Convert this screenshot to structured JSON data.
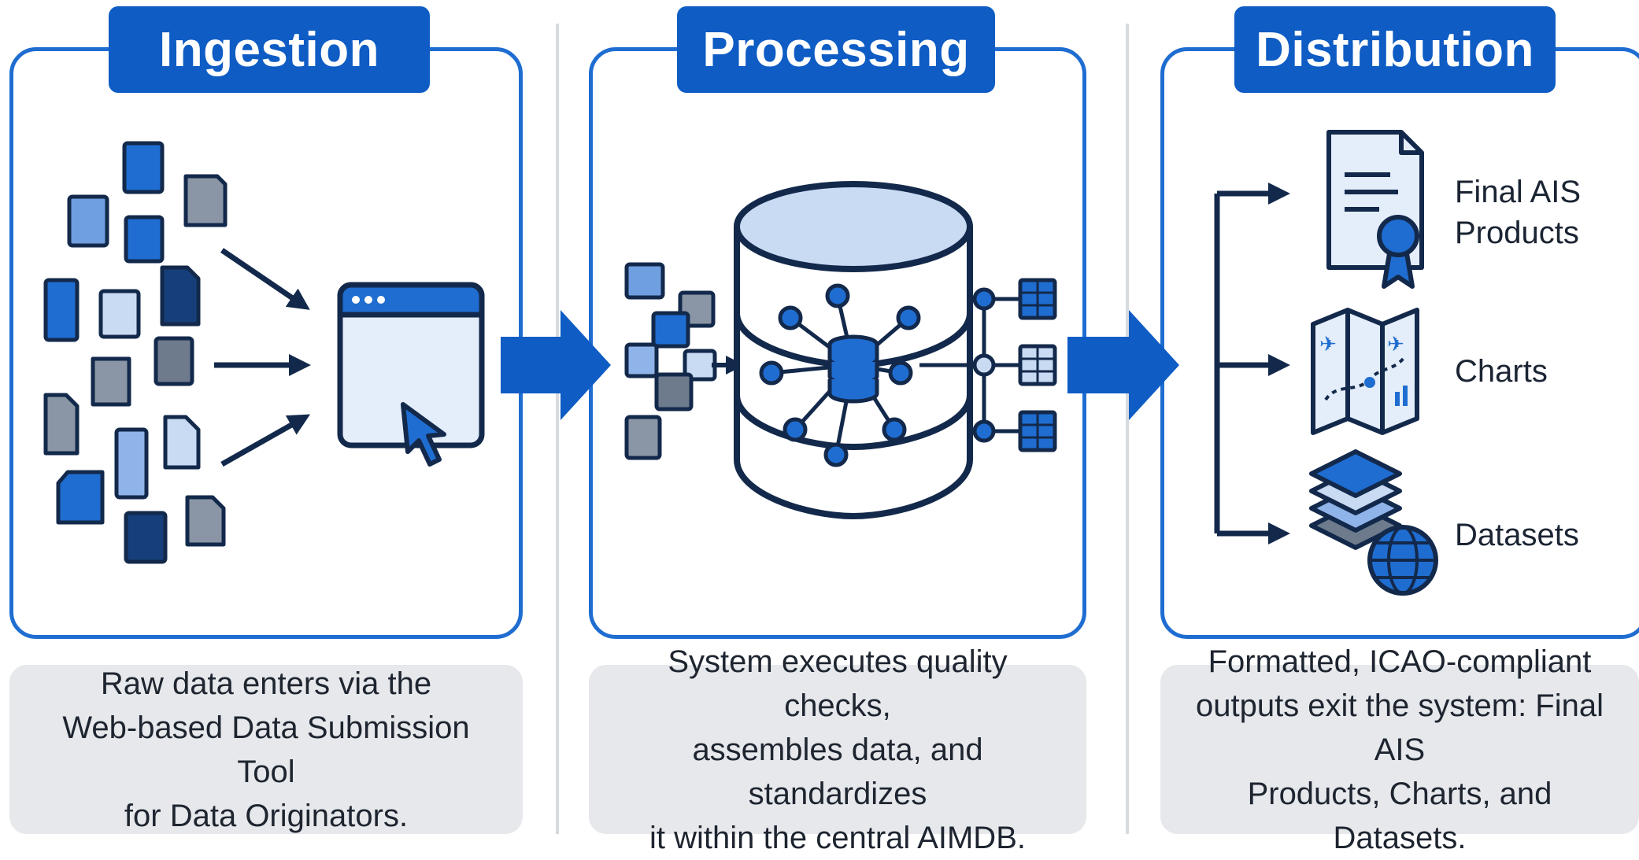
{
  "stages": [
    {
      "title": "Ingestion",
      "caption_lines": [
        "Raw data enters via the",
        "Web-based Data Submission Tool",
        "for Data Originators."
      ]
    },
    {
      "title": "Processing",
      "caption_lines": [
        "System executes quality checks,",
        "assembles data, and standardizes",
        "it within the central AIMDB."
      ]
    },
    {
      "title": "Distribution",
      "caption_lines": [
        "Formatted, ICAO-compliant",
        "outputs exit the system: Final AIS",
        "Products, Charts, and Datasets."
      ]
    }
  ],
  "outputs": [
    {
      "label_lines": [
        "Final AIS",
        "Products"
      ],
      "icon": "certificate-document-icon"
    },
    {
      "label_lines": [
        "Charts"
      ],
      "icon": "aeronautical-chart-map-icon"
    },
    {
      "label_lines": [
        "Datasets"
      ],
      "icon": "layered-dataset-globe-icon"
    }
  ],
  "colors": {
    "primary_blue": "#0e5cc4",
    "panel_border": "#1f6dd1",
    "navy": "#13294b",
    "light_blue": "#c9daf3",
    "caption_bg": "#e6e8eb"
  }
}
